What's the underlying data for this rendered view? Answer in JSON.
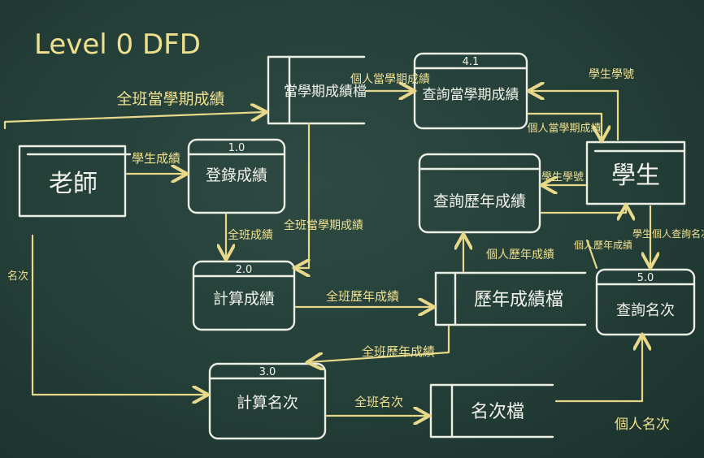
{
  "title": "Level 0 DFD",
  "entities": {
    "teacher": "老師",
    "student": "學生"
  },
  "processes": {
    "p1": {
      "id": "1.0",
      "name": "登錄成績"
    },
    "p2": {
      "id": "2.0",
      "name": "計算成績"
    },
    "p3": {
      "id": "3.0",
      "name": "計算名次"
    },
    "p4": {
      "id": "4.1",
      "name": "查詢當學期成績"
    },
    "p5": {
      "id": "5.0",
      "name": "查詢名次"
    },
    "p6": {
      "id": "",
      "name": "查詢歷年成績"
    }
  },
  "stores": {
    "s1": "當學期成績檔",
    "s2": "歷年成績檔",
    "s3": "名次檔"
  },
  "flows": {
    "f_class_sem_top": "全班當學期成績",
    "f_student_scores": "學生成績",
    "f_class_scores": "全班成績",
    "f_class_sem_2": "全班當學期成績",
    "f_personal_sem": "個人當學期成績",
    "f_student_id_top": "學生學號",
    "f_personal_sem_2": "個人當學期成績",
    "f_student_id_2": "學生學號",
    "f_personal_hist": "個人歷年成績",
    "f_personal_hist_2": "個人歷年成績",
    "f_student_ask_rank": "學生個人查詢名次",
    "f_class_hist_in": "全班歷年成績",
    "f_class_hist_out": "全班歷年成績",
    "f_class_rank": "全班名次",
    "f_personal_rank": "個人名次",
    "f_left_edge": "名次"
  }
}
